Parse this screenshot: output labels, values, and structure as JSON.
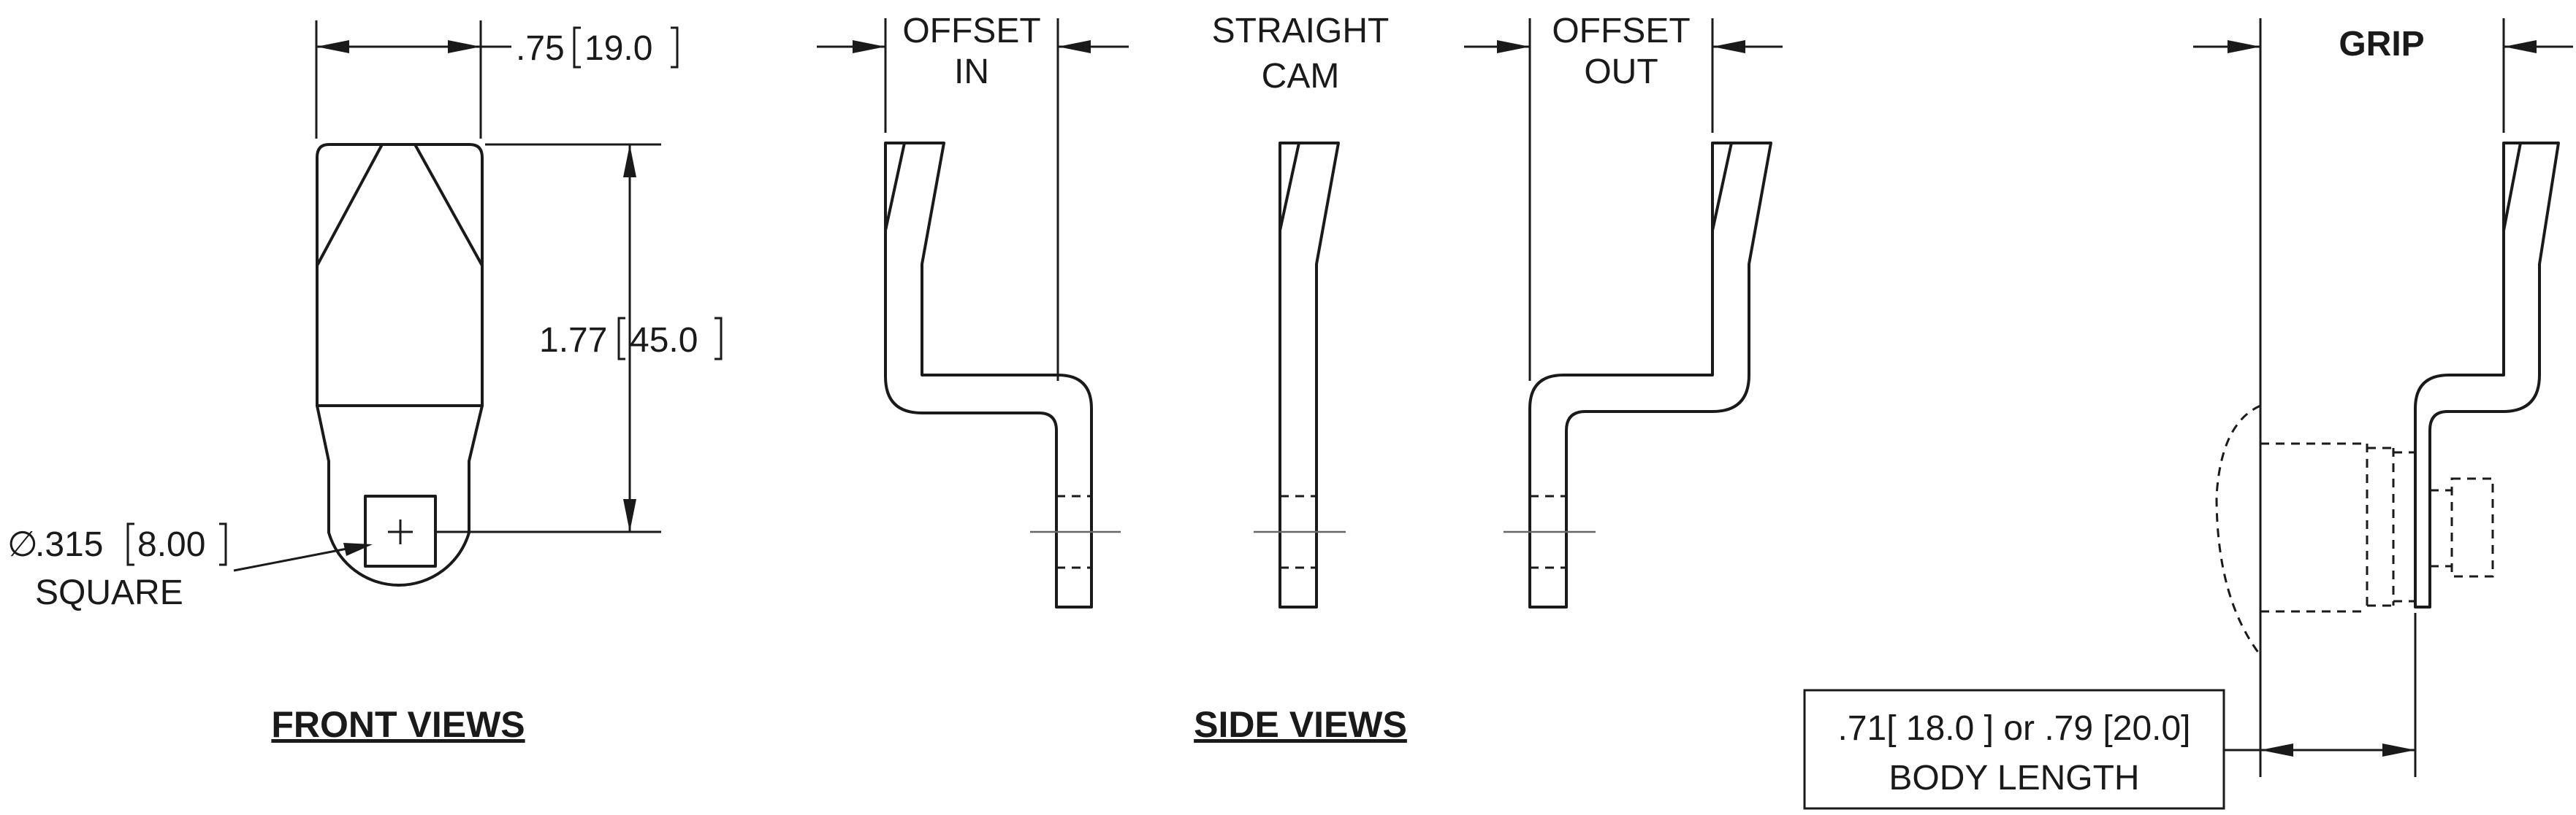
{
  "front_view": {
    "width_in": ".75",
    "width_mm": "19.0",
    "height_in": "1.77",
    "height_mm": "45.0",
    "diameter_symbol": "∅",
    "square_in": ".315",
    "square_mm": "8.00",
    "square_label": "SQUARE",
    "heading": "FRONT VIEWS"
  },
  "side_views": {
    "offset_in_line1": "OFFSET",
    "offset_in_line2": "IN",
    "straight_line1": "STRAIGHT",
    "straight_line2": "CAM",
    "offset_out_line1": "OFFSET",
    "offset_out_line2": "OUT",
    "heading": "SIDE VIEWS"
  },
  "grip_view": {
    "grip_label": "GRIP",
    "body_length_options": ".71[ 18.0 ] or .79 [20.0]",
    "body_length_label": "BODY LENGTH"
  }
}
